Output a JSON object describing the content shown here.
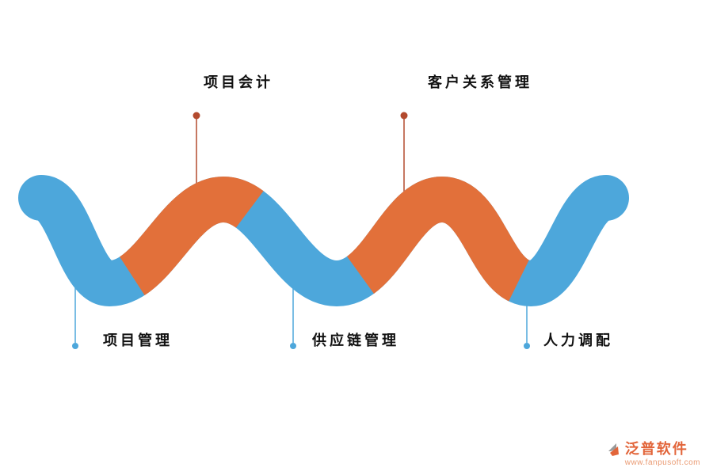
{
  "colors": {
    "ribbon_blue": "#4da7db",
    "ribbon_orange": "#e2703a",
    "top_connector": "#b34a2e",
    "bottom_connector": "#4da7db",
    "logo_text": "#e2653a",
    "logo_url": "#ea9a72",
    "logo_gray": "#9a9a9a"
  },
  "wave": {
    "top_items": [
      {
        "label": "项目会计"
      },
      {
        "label": "客户关系管理"
      }
    ],
    "bottom_items": [
      {
        "label": "项目管理"
      },
      {
        "label": "供应链管理"
      },
      {
        "label": "人力调配"
      }
    ]
  },
  "logo": {
    "name": "泛普软件",
    "url": "www.fanpusoft.com"
  }
}
